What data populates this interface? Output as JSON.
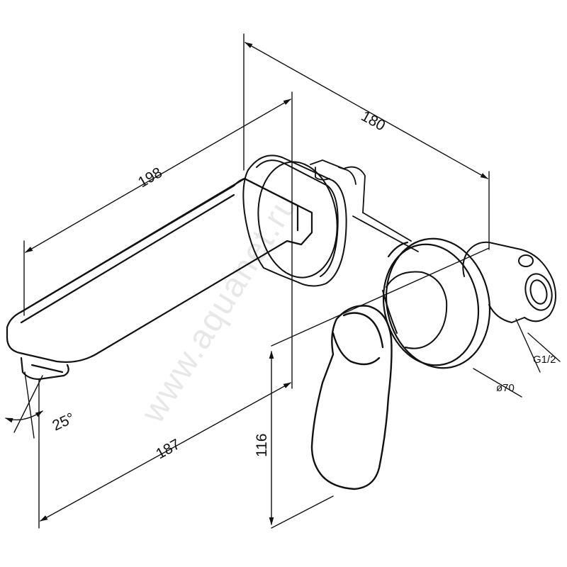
{
  "dimensions": {
    "overall_length": "180",
    "spout_length": "198",
    "spout_projection": "187",
    "height_offset": "116",
    "spout_angle": "25°",
    "rosette_diameter": "ø70",
    "thread_size": "G1/2"
  },
  "watermark": "www.aquanet.ru",
  "colors": {
    "line": "#111111",
    "watermark": "#d6d6d6"
  }
}
